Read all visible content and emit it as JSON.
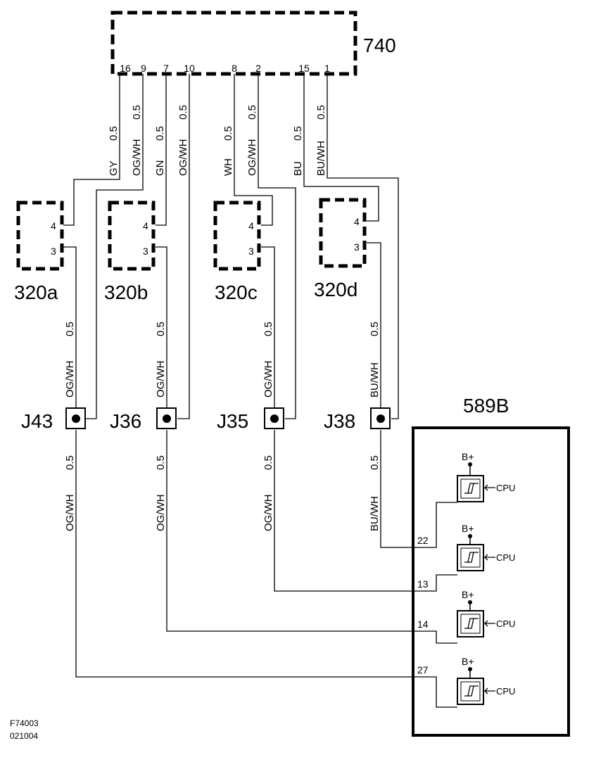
{
  "components": {
    "ecu": {
      "label": "740",
      "pins": [
        "16",
        "9",
        "7",
        "10",
        "8",
        "2",
        "15",
        "1"
      ]
    },
    "sensors": [
      {
        "label": "320a",
        "pin_top": "4",
        "pin_bottom": "3"
      },
      {
        "label": "320b",
        "pin_top": "4",
        "pin_bottom": "3"
      },
      {
        "label": "320c",
        "pin_top": "4",
        "pin_bottom": "3"
      },
      {
        "label": "320d",
        "pin_top": "4",
        "pin_bottom": "3"
      }
    ],
    "junctions": [
      "J43",
      "J36",
      "J35",
      "J38"
    ],
    "module": {
      "label": "589B",
      "pins": [
        "22",
        "13",
        "14",
        "27"
      ],
      "supply": "B+",
      "cpu": "CPU"
    }
  },
  "wires": {
    "upper": [
      {
        "pin": "16",
        "color": "GY",
        "size": "0.5"
      },
      {
        "pin": "9",
        "color": "OG/WH",
        "size": "0.5"
      },
      {
        "pin": "7",
        "color": "GN",
        "size": "0.5"
      },
      {
        "pin": "10",
        "color": "OG/WH",
        "size": "0.5"
      },
      {
        "pin": "8",
        "color": "WH",
        "size": "0.5"
      },
      {
        "pin": "2",
        "color": "OG/WH",
        "size": "0.5"
      },
      {
        "pin": "15",
        "color": "BU",
        "size": "0.5"
      },
      {
        "pin": "1",
        "color": "BU/WH",
        "size": "0.5"
      }
    ],
    "middle": [
      {
        "color": "OG/WH",
        "size": "0.5"
      },
      {
        "color": "OG/WH",
        "size": "0.5"
      },
      {
        "color": "OG/WH",
        "size": "0.5"
      },
      {
        "color": "BU/WH",
        "size": "0.5"
      }
    ],
    "lower": [
      {
        "color": "OG/WH",
        "size": "0.5"
      },
      {
        "color": "OG/WH",
        "size": "0.5"
      },
      {
        "color": "OG/WH",
        "size": "0.5"
      },
      {
        "color": "BU/WH",
        "size": "0.5"
      }
    ]
  },
  "figure_ref": {
    "code": "F74003",
    "date": "021004"
  }
}
